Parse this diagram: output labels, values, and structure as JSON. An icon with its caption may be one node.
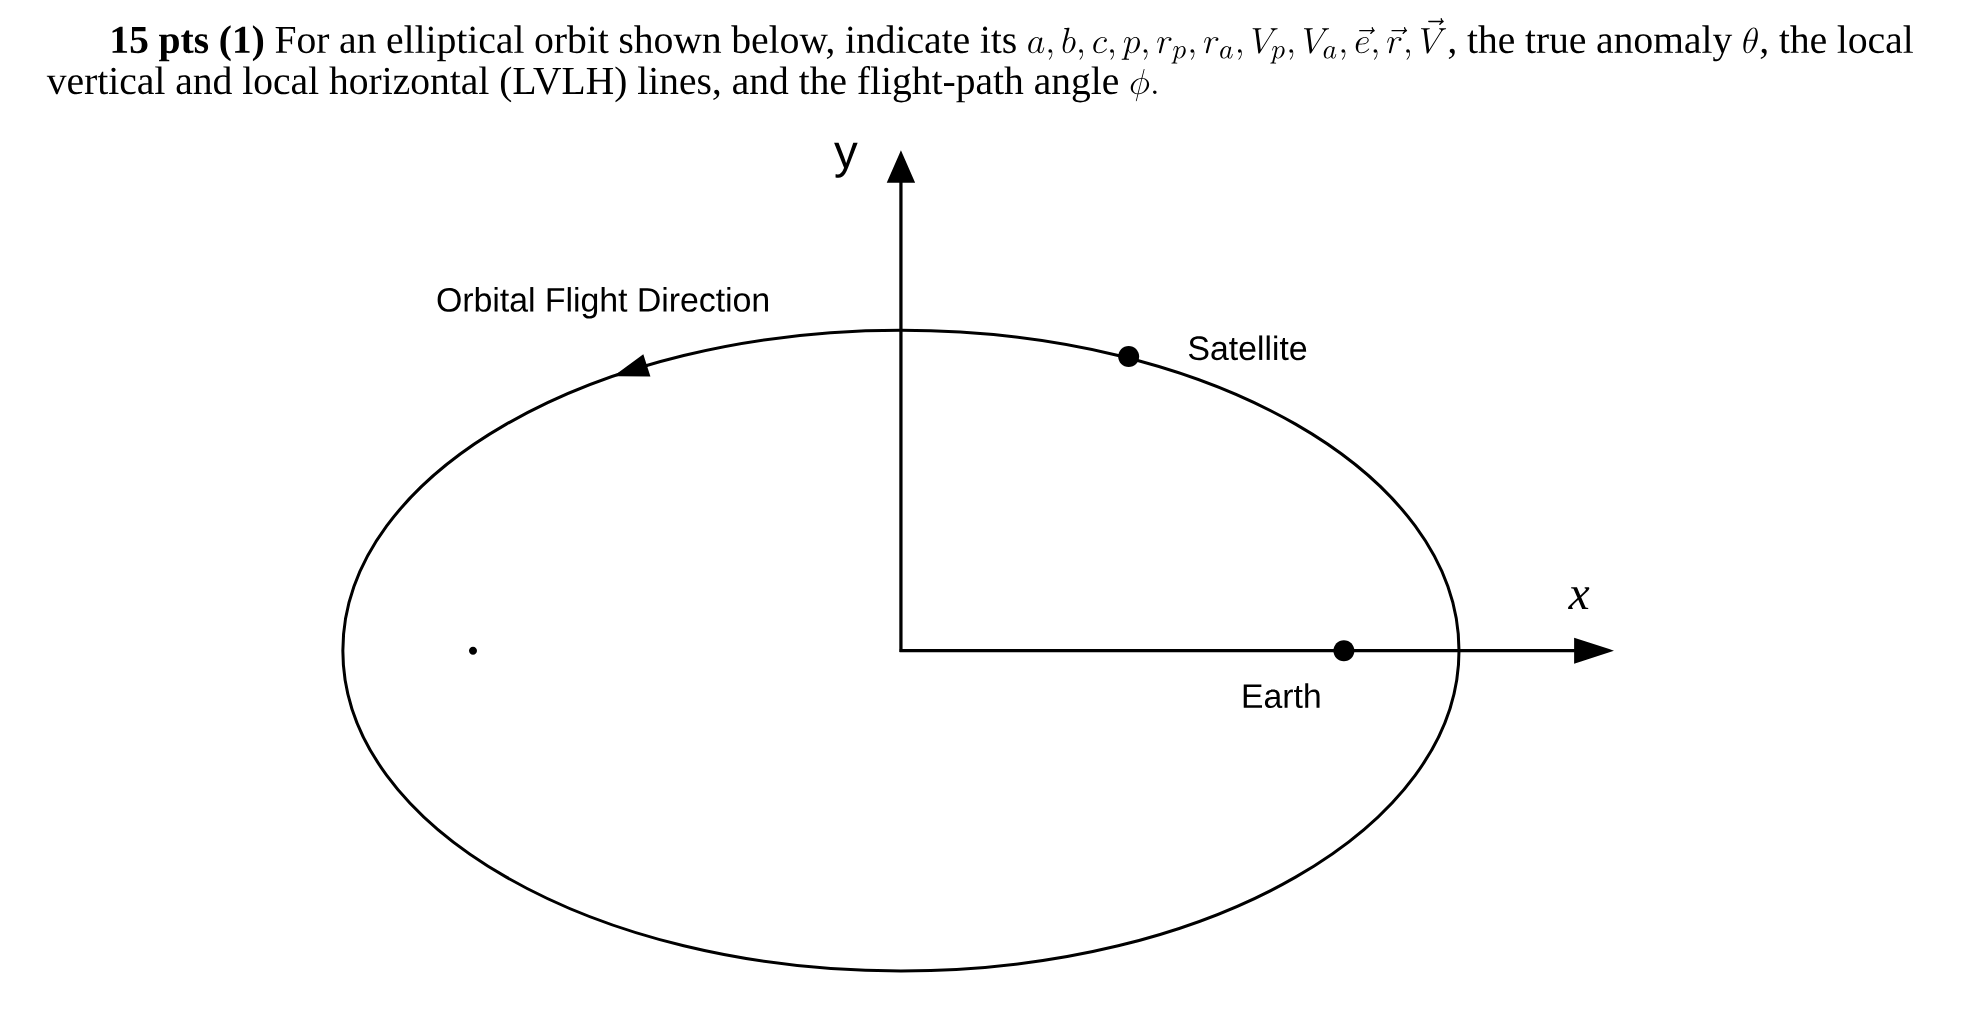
{
  "diagram": {
    "labels": [
      "**15 pts (1)** For an elliptical orbit shown below, indicate its",
      "a, b, c, p, r_p, r_a, V_p, V_a, \\vec{e}, \\vec{r}, \\vec{V}",
      ", the true anomaly",
      "\\theta",
      ", the local vertical and local horizontal (LVLH) lines, and the flight-path angle",
      "\\phi.",
      "y",
      "Orbital Flight Direction",
      "Satellite",
      "x",
      "Earth"
    ]
  }
}
